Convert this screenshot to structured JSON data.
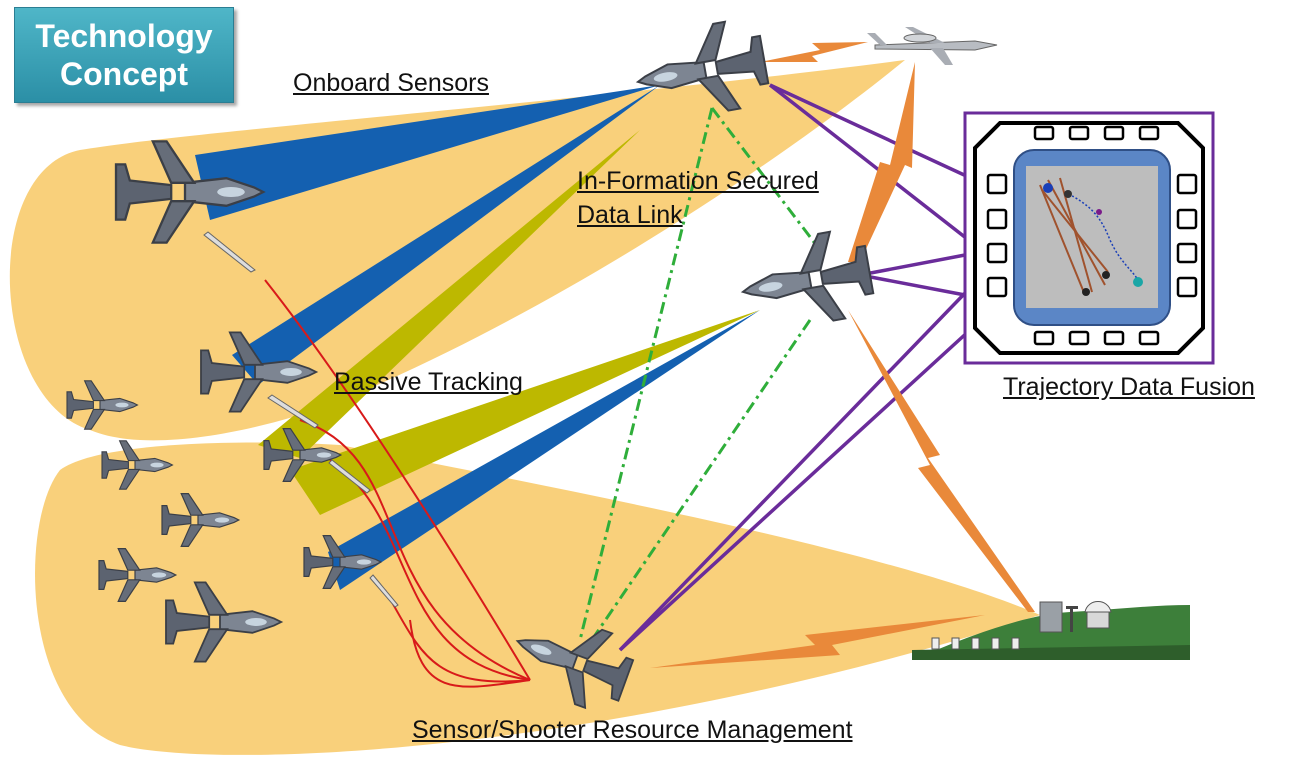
{
  "badge": {
    "line1": "Technology",
    "line2": "Concept"
  },
  "labels": {
    "onboard_sensors": "Onboard Sensors",
    "data_link_line1": "In-Formation Secured",
    "data_link_line2": "Data Link",
    "passive_tracking": "Passive Tracking",
    "trajectory_fusion": "Trajectory Data Fusion",
    "resource_management": "Sensor/Shooter Resource Management"
  },
  "colors": {
    "coverage": "#f8cc70",
    "radar_beam": "#1460b0",
    "passive_beam": "#bdb800",
    "data_link": "#2fae3a",
    "fusion_link": "#6a2c9a",
    "comm_link": "#e9893a",
    "missile_track": "#d81a1a",
    "badge": "#3aa3b8"
  },
  "icons": [
    "fighter-jet-icon",
    "awacs-aircraft-icon",
    "cockpit-display-icon",
    "ground-station-icon",
    "missile-icon"
  ]
}
